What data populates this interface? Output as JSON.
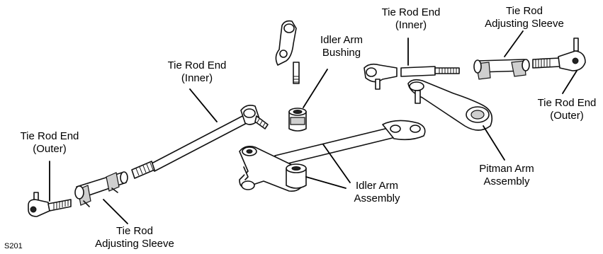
{
  "labels": {
    "tie_rod_end_inner_top": {
      "line1": "Tie Rod End",
      "line2": "(Inner)"
    },
    "tie_rod_adjusting_sleeve_top": {
      "line1": "Tie Rod",
      "line2": "Adjusting Sleeve"
    },
    "idler_arm_bushing": {
      "line1": "Idler Arm",
      "line2": "Bushing"
    },
    "tie_rod_end_inner_mid": {
      "line1": "Tie Rod End",
      "line2": "(Inner)"
    },
    "tie_rod_end_outer_right": {
      "line1": "Tie Rod End",
      "line2": "(Outer)"
    },
    "tie_rod_end_outer_left": {
      "line1": "Tie Rod End",
      "line2": "(Outer)"
    },
    "pitman_arm_assembly": {
      "line1": "Pitman Arm",
      "line2": "Assembly"
    },
    "idler_arm_assembly": {
      "line1": "Idler Arm",
      "line2": "Assembly"
    },
    "tie_rod_adjusting_sleeve_bottom": {
      "line1": "Tie Rod",
      "line2": "Adjusting Sleeve"
    }
  },
  "figure_code": "S201"
}
